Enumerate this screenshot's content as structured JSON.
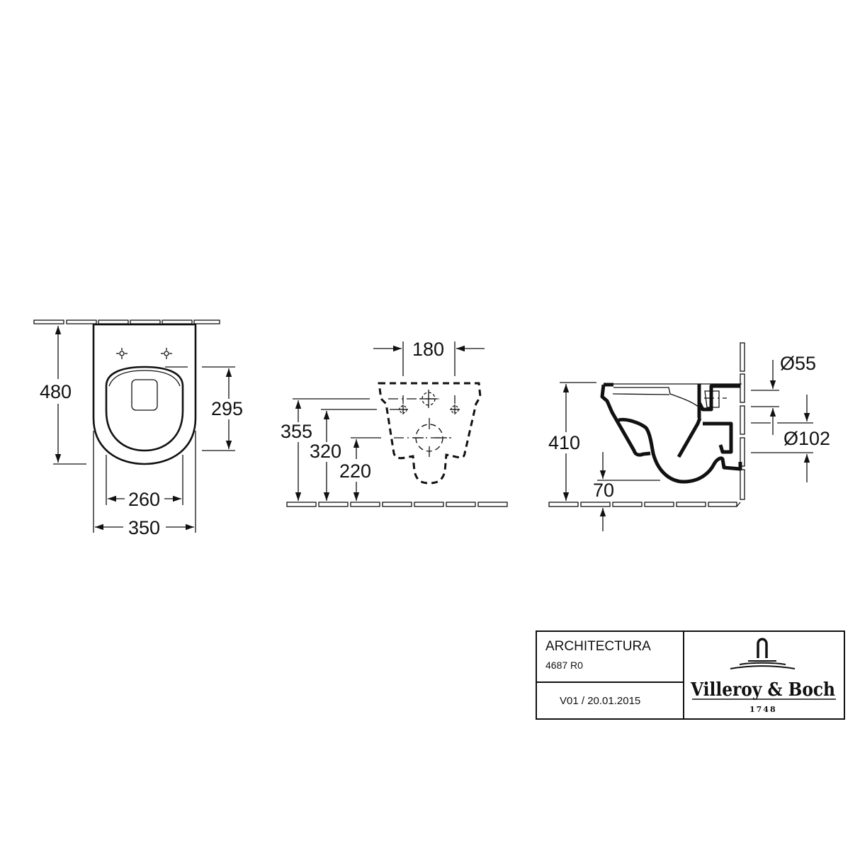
{
  "drawing": {
    "top_view": {
      "dimensions": {
        "depth": "480",
        "seat_depth": "295",
        "inner_width": "260",
        "overall_width": "350"
      }
    },
    "rear_view": {
      "dimensions": {
        "fixing_spacing": "180",
        "height_1": "355",
        "height_2": "320",
        "height_3": "220"
      }
    },
    "side_view": {
      "dimensions": {
        "height": "410",
        "outlet_height": "70",
        "inlet_diameter": "Ø55",
        "outlet_diameter": "Ø102"
      }
    }
  },
  "title_block": {
    "product_name": "ARCHITECTURA",
    "article_number": "4687 R0",
    "version": "V01 / 20.01.2015",
    "brand": "Villeroy & Boch",
    "founded": "1748"
  }
}
